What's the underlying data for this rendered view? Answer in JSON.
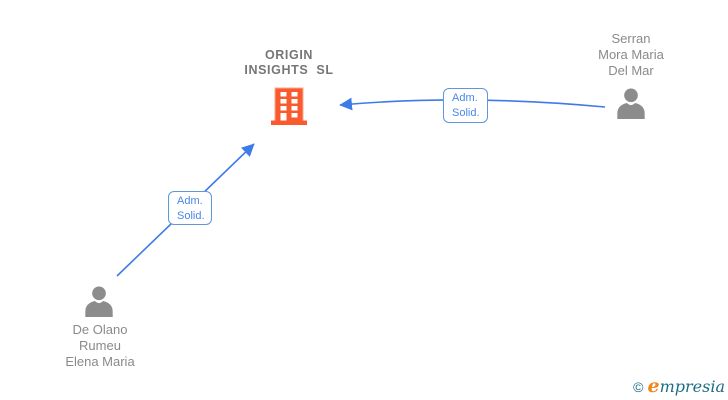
{
  "diagram": {
    "company": {
      "name": "ORIGIN INSIGHTS SL",
      "name_lines": [
        "ORIGIN",
        "INSIGHTS  SL"
      ],
      "icon": "building-icon"
    },
    "persons": [
      {
        "name": "Serran Mora Maria Del Mar",
        "name_lines": [
          "Serran",
          "Mora Maria",
          "Del Mar"
        ],
        "icon": "person-icon"
      },
      {
        "name": "De Olano Rumeu Elena Maria",
        "name_lines": [
          "De Olano",
          "Rumeu",
          "Elena Maria"
        ],
        "icon": "person-icon"
      }
    ],
    "edges": [
      {
        "from": "Serran Mora Maria Del Mar",
        "to": "ORIGIN INSIGHTS SL",
        "label": "Adm. Solid.",
        "label_lines": [
          "Adm.",
          "Solid."
        ]
      },
      {
        "from": "De Olano Rumeu Elena Maria",
        "to": "ORIGIN INSIGHTS SL",
        "label": "Adm. Solid.",
        "label_lines": [
          "Adm.",
          "Solid."
        ]
      }
    ]
  },
  "footer": {
    "copyright_symbol": "©",
    "brand_first_letter": "e",
    "brand_rest": "mpresia",
    "brand": "empresia"
  },
  "colors": {
    "arrow": "#3d7be8",
    "label_text": "#4a86e8",
    "label_border": "#5e97dc",
    "building": "#f95b2e",
    "building_outline": "#fca98f",
    "person_icon": "#8c8c8c",
    "person_name_text": "#8a8a8a",
    "company_name_text": "#767676",
    "brand_teal": "#1d6d87",
    "brand_orange": "#f0861d"
  }
}
